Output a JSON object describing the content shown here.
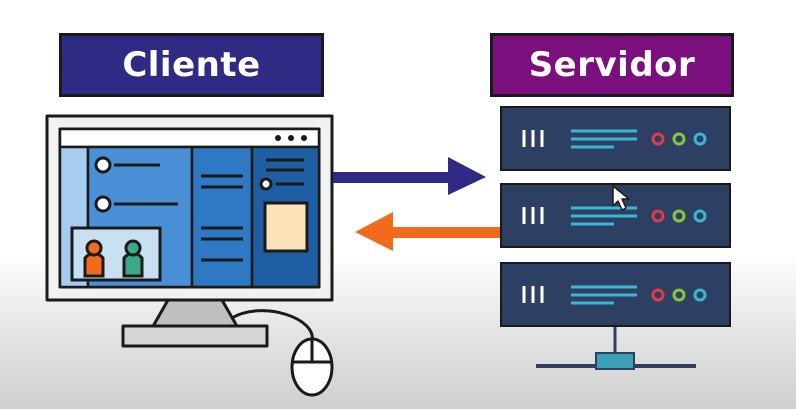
{
  "labels": {
    "client": "Cliente",
    "server": "Servidor"
  },
  "icons": {
    "computer": "desktop-computer-icon",
    "mouse": "mouse-icon",
    "servers": "server-rack-icon",
    "cursor": "mouse-pointer-icon"
  },
  "arrows": [
    {
      "direction": "right",
      "color": "#302a86"
    },
    {
      "direction": "left",
      "color": "#f26a1b"
    }
  ],
  "colors": {
    "client_box": "#2f2a84",
    "server_box": "#7a0f7d",
    "server_unit": "#2e3f64",
    "led_red": "#e03c4a",
    "led_green": "#8ac441",
    "led_cyan": "#3bb7d0"
  }
}
